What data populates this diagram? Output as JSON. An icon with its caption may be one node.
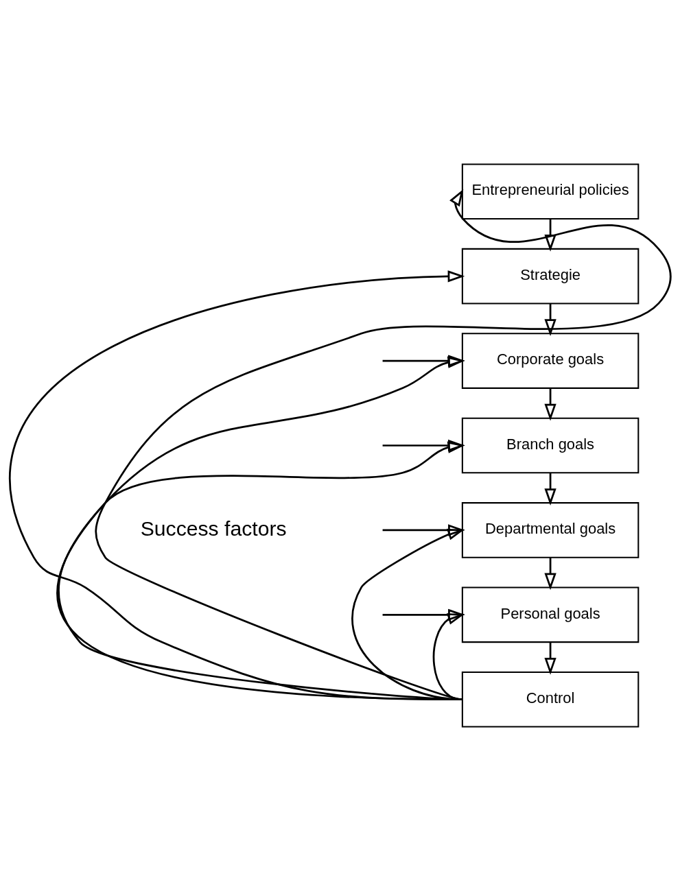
{
  "diagram": {
    "nodes": [
      {
        "text": [
          "Entrepreneurial policies"
        ]
      },
      {
        "text": [
          "Strategie"
        ]
      },
      {
        "text": [
          "Corporate goals"
        ]
      },
      {
        "text": [
          "Branch goals"
        ]
      },
      {
        "text": [
          "Departmental goals"
        ]
      },
      {
        "text": [
          "Personal goals"
        ]
      },
      {
        "text": [
          "Control"
        ]
      }
    ],
    "edges": [
      {
        "from": 0,
        "to": 1,
        "arrow": "to"
      },
      {
        "from": 1,
        "to": 2,
        "arrow": "to"
      },
      {
        "from": 2,
        "to": 3,
        "arrow": "to"
      },
      {
        "from": 3,
        "to": 4,
        "arrow": "to"
      },
      {
        "from": 4,
        "to": 5,
        "arrow": "to"
      },
      {
        "from": 5,
        "to": 6,
        "arrow": "to"
      },
      {
        "from": 6,
        "to": 0,
        "arrow": "to"
      },
      {
        "from": 6,
        "to": 1,
        "arrow": "to"
      },
      {
        "from": 6,
        "to": 2,
        "arrow": "to"
      },
      {
        "from": 6,
        "to": 3,
        "arrow": "to"
      },
      {
        "from": 6,
        "to": 4,
        "arrow": "to"
      },
      {
        "from": 6,
        "to": 5,
        "arrow": "to"
      },
      {
        "from": null,
        "to": 2,
        "arrow": "to"
      },
      {
        "from": null,
        "to": 3,
        "arrow": "to"
      },
      {
        "from": null,
        "to": 4,
        "arrow": "to"
      },
      {
        "from": null,
        "to": 5,
        "arrow": "to"
      }
    ],
    "labels": [
      "Success factors"
    ]
  }
}
